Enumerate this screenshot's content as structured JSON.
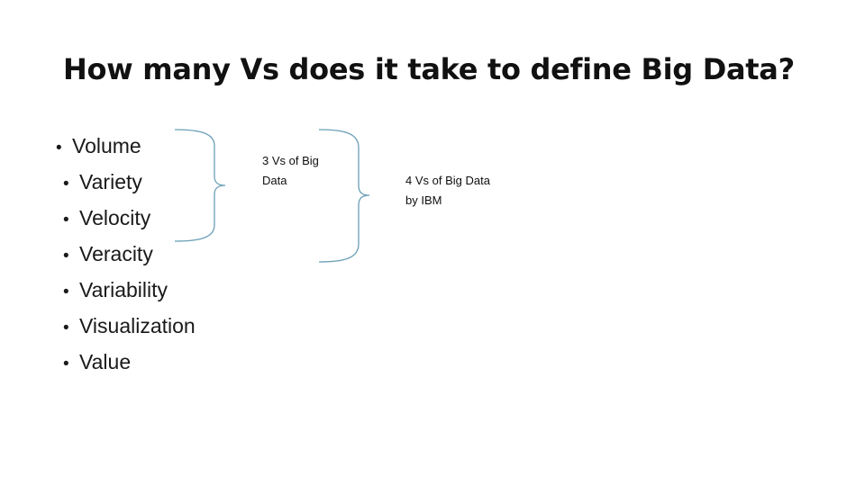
{
  "slide": {
    "title": "How many Vs does it take to define Big Data?",
    "bullets": [
      {
        "marker": "•",
        "text": "Volume",
        "indent": 0
      },
      {
        "marker": "•",
        "text": "Variety",
        "indent": 1
      },
      {
        "marker": "•",
        "text": "Velocity",
        "indent": 1
      },
      {
        "marker": "•",
        "text": "Veracity",
        "indent": 1
      },
      {
        "marker": "•",
        "text": "Variability",
        "indent": 1
      },
      {
        "marker": "•",
        "text": "Visualization",
        "indent": 1
      },
      {
        "marker": "•",
        "text": "Value",
        "indent": 1
      }
    ],
    "annotations": [
      {
        "id": "three-vs",
        "text": "3 Vs of Big Data"
      },
      {
        "id": "four-vs",
        "text": "4 Vs of Big Data by IBM"
      }
    ],
    "colors": {
      "brace": "#6a9fb5",
      "title": "#111111",
      "text": "#1a1a1a",
      "background": "#ffffff"
    }
  }
}
